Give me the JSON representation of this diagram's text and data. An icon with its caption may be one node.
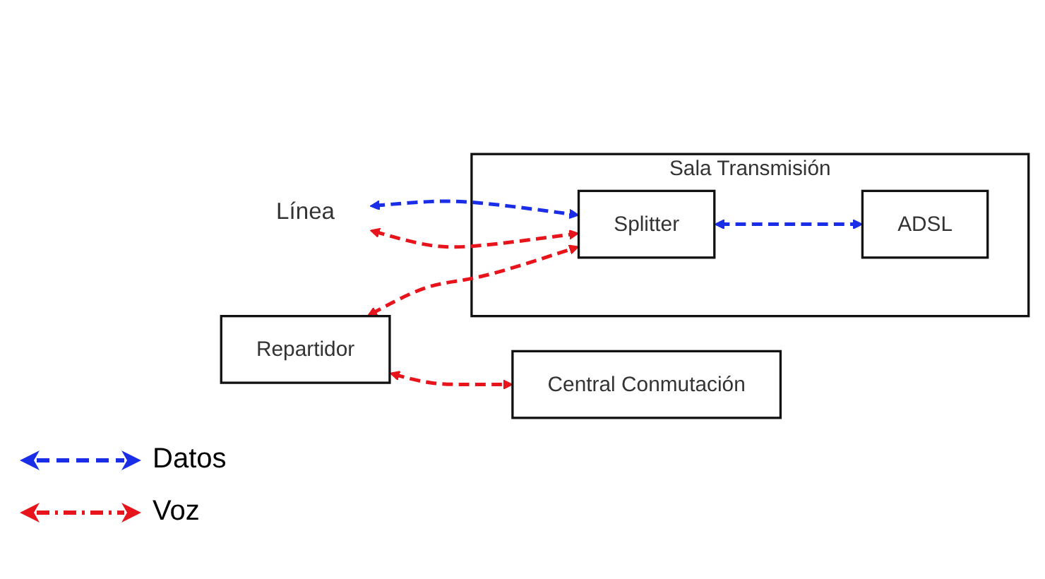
{
  "diagram": {
    "nodes": [
      {
        "text": [
          "Línea"
        ]
      },
      {
        "text": [
          "Repartidor"
        ]
      },
      {
        "text": [
          "Central Conmutación"
        ]
      },
      {
        "text": [
          "Sala Transmisión"
        ]
      },
      {
        "text": [
          "Splitter"
        ],
        "in": 3
      },
      {
        "text": [
          "ADSL"
        ],
        "in": 3
      }
    ],
    "edges": [
      {
        "from": 1,
        "to": 2,
        "arrow": "both",
        "style": "dashed"
      },
      {
        "from": 1,
        "to": 4,
        "arrow": "both",
        "style": "dashed"
      },
      {
        "from": 0,
        "to": 4,
        "arrow": "both",
        "style": "dashed"
      },
      {
        "from": 0,
        "to": 4,
        "arrow": "both",
        "style": "dashed",
        "color": "#1a2ee8"
      },
      {
        "from": 4,
        "to": 5,
        "arrow": "both",
        "style": "dashed",
        "color": "#1a2ee8"
      }
    ],
    "legend": [
      {
        "text": "Datos"
      },
      {
        "text": "Voz"
      }
    ]
  }
}
